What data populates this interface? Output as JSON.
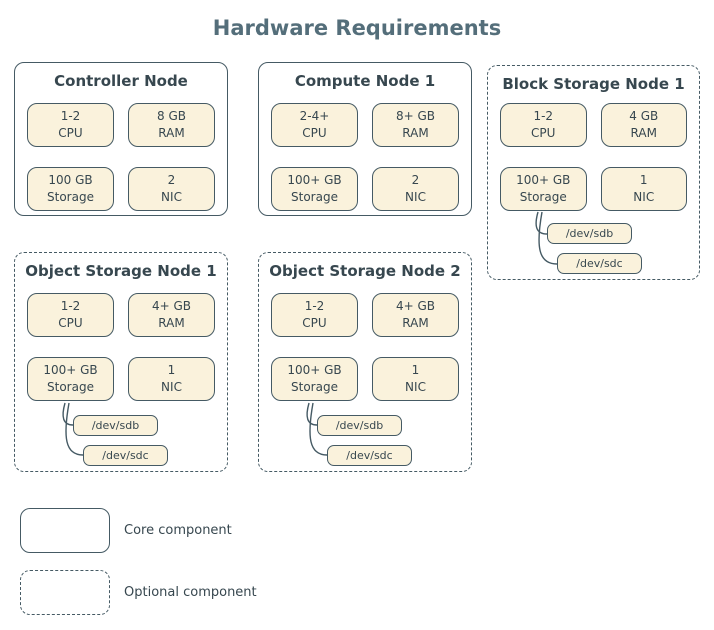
{
  "title": "Hardware Requirements",
  "colors": {
    "border": "#455a64",
    "text": "#37474f",
    "title": "#546e7a",
    "component_fill": "#faf2dc",
    "background": "#ffffff"
  },
  "nodes": [
    {
      "title": "Controller Node",
      "type": "core",
      "components": [
        {
          "value": "1-2",
          "label": "CPU"
        },
        {
          "value": "8 GB",
          "label": "RAM"
        },
        {
          "value": "100 GB",
          "label": "Storage"
        },
        {
          "value": "2",
          "label": "NIC"
        }
      ],
      "disks": []
    },
    {
      "title": "Compute Node 1",
      "type": "core",
      "components": [
        {
          "value": "2-4+",
          "label": "CPU"
        },
        {
          "value": "8+ GB",
          "label": "RAM"
        },
        {
          "value": "100+ GB",
          "label": "Storage"
        },
        {
          "value": "2",
          "label": "NIC"
        }
      ],
      "disks": []
    },
    {
      "title": "Block Storage Node 1",
      "type": "optional",
      "components": [
        {
          "value": "1-2",
          "label": "CPU"
        },
        {
          "value": "4 GB",
          "label": "RAM"
        },
        {
          "value": "100+ GB",
          "label": "Storage"
        },
        {
          "value": "1",
          "label": "NIC"
        }
      ],
      "disks": [
        "/dev/sdb",
        "/dev/sdc"
      ]
    },
    {
      "title": "Object Storage Node 1",
      "type": "optional",
      "components": [
        {
          "value": "1-2",
          "label": "CPU"
        },
        {
          "value": "4+ GB",
          "label": "RAM"
        },
        {
          "value": "100+ GB",
          "label": "Storage"
        },
        {
          "value": "1",
          "label": "NIC"
        }
      ],
      "disks": [
        "/dev/sdb",
        "/dev/sdc"
      ]
    },
    {
      "title": "Object Storage Node 2",
      "type": "optional",
      "components": [
        {
          "value": "1-2",
          "label": "CPU"
        },
        {
          "value": "4+ GB",
          "label": "RAM"
        },
        {
          "value": "100+ GB",
          "label": "Storage"
        },
        {
          "value": "1",
          "label": "NIC"
        }
      ],
      "disks": [
        "/dev/sdb",
        "/dev/sdc"
      ]
    }
  ],
  "legend": [
    {
      "label": "Core component",
      "style": "solid"
    },
    {
      "label": "Optional component",
      "style": "dashed"
    }
  ]
}
